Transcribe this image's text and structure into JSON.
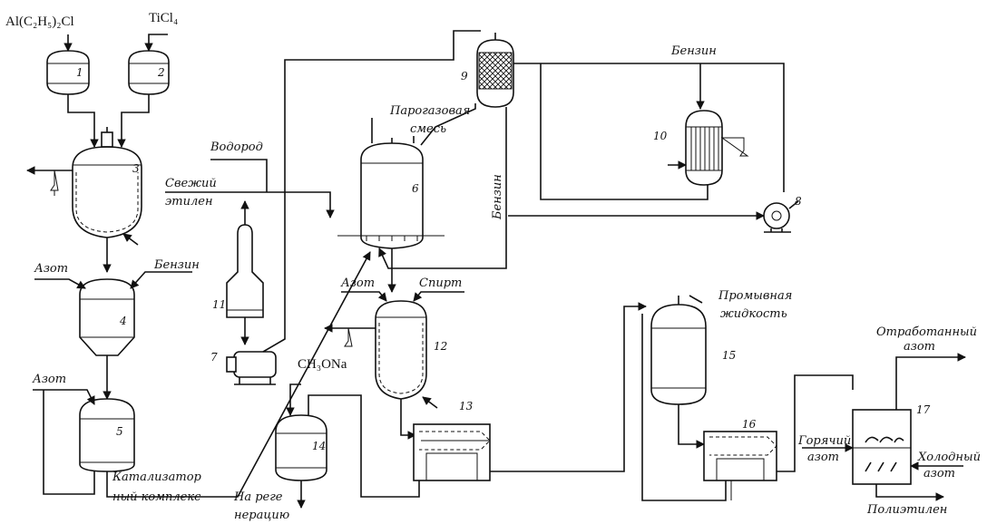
{
  "reagents": {
    "aluminum": "Al(C₂H₅)₂Cl",
    "titanium": "TiCl₄",
    "methoxide": "CH₃ONa"
  },
  "labels": {
    "hydrogen": "Водород",
    "fresh_ethylene_1": "Свежий",
    "fresh_ethylene_2": "этилен",
    "nitrogen_4": "Азот",
    "benzine_4": "Бензин",
    "nitrogen_5": "Азот",
    "catalyst_1": "Катализатор",
    "catalyst_2": "ный комплекс",
    "regen_1": "На реге",
    "regen_2": "нерацию",
    "vapor_gas_1": "Парогазовая",
    "vapor_gas_2": "смесь",
    "benzine_vertical": "Бензин",
    "benzine_top": "Бензин",
    "nitrogen_12": "Азот",
    "alcohol": "Спирт",
    "wash_1": "Промывная",
    "wash_2": "жидкость",
    "spent_n2_1": "Отработанный",
    "spent_n2_2": "азот",
    "hot_n2_1": "Горячий",
    "hot_n2_2": "азот",
    "cold_n2_1": "Холодный",
    "cold_n2_2": "азот",
    "polyethylene": "Полиэтилен"
  },
  "equipment_numbers": {
    "n1": "1",
    "n2": "2",
    "n3": "3",
    "n4": "4",
    "n5": "5",
    "n6": "6",
    "n7": "7",
    "n8": "8",
    "n9": "9",
    "n10": "10",
    "n11": "11",
    "n12": "12",
    "n13": "13",
    "n14": "14",
    "n15": "15",
    "n16": "16",
    "n17": "17"
  }
}
